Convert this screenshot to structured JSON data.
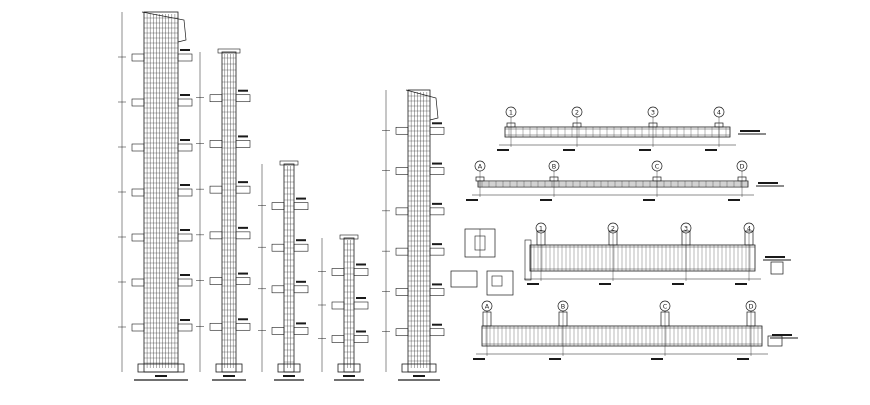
{
  "drawing": {
    "line_color": "#1a1a1a",
    "background": "#ffffff",
    "columns": [
      {
        "name": "column-1",
        "levels": 7
      },
      {
        "name": "column-2",
        "levels": 6
      },
      {
        "name": "column-3",
        "levels": 4
      },
      {
        "name": "column-4",
        "levels": 3
      },
      {
        "name": "column-5",
        "levels": 6
      }
    ],
    "beam_elevations": [
      {
        "name": "beam-elevation-1",
        "grid_markers": [
          "1",
          "2",
          "3",
          "4"
        ]
      },
      {
        "name": "beam-elevation-2",
        "grid_markers": [
          "A",
          "B",
          "C",
          "D"
        ]
      },
      {
        "name": "beam-elevation-3",
        "grid_markers": [
          "1",
          "2",
          "3",
          "4"
        ]
      },
      {
        "name": "beam-elevation-4",
        "grid_markers": [
          "A",
          "B",
          "C",
          "D"
        ]
      }
    ]
  }
}
